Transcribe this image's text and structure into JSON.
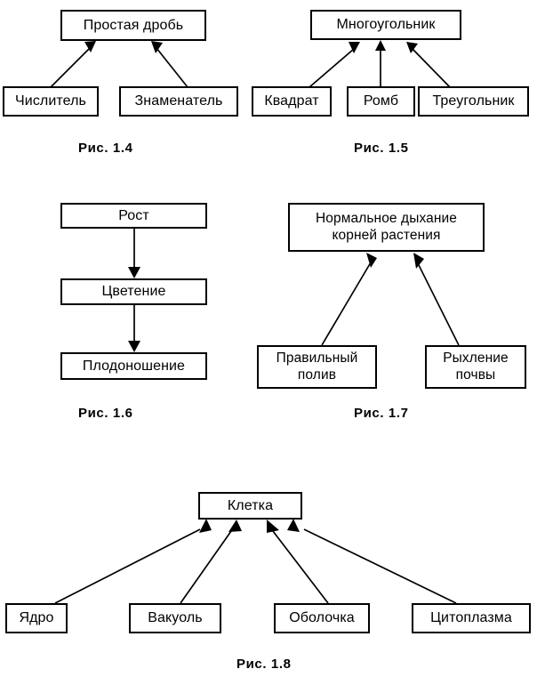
{
  "page": {
    "title": "Схемы Рис. 1.4 — Рис. 1.8",
    "language": "ru",
    "background_color": "#ffffff",
    "ink_color": "#000000"
  },
  "figures": [
    {
      "id": "fig-1-4",
      "caption": "Рис. 1.4",
      "type": "converging-hierarchy",
      "nodes": {
        "top": "Простая дробь",
        "left": "Числитель",
        "right": "Знаменатель"
      },
      "edges": [
        {
          "from": "Числитель",
          "to": "Простая дробь",
          "style": "arrow"
        },
        {
          "from": "Знаменатель",
          "to": "Простая дробь",
          "style": "arrow"
        }
      ]
    },
    {
      "id": "fig-1-5",
      "caption": "Рис. 1.5",
      "type": "converging-hierarchy",
      "nodes": {
        "top": "Многоугольник",
        "child1": "Квадрат",
        "child2": "Ромб",
        "child3": "Треугольник"
      },
      "edges": [
        {
          "from": "Квадрат",
          "to": "Многоугольник",
          "style": "arrow"
        },
        {
          "from": "Ромб",
          "to": "Многоугольник",
          "style": "arrow"
        },
        {
          "from": "Треугольник",
          "to": "Многоугольник",
          "style": "arrow"
        }
      ]
    },
    {
      "id": "fig-1-6",
      "caption": "Рис. 1.6",
      "type": "vertical-sequence",
      "nodes": {
        "step1": "Рост",
        "step2": "Цветение",
        "step3": "Плодоношение"
      },
      "edges": [
        {
          "from": "Рост",
          "to": "Цветение",
          "style": "arrow"
        },
        {
          "from": "Цветение",
          "to": "Плодоношение",
          "style": "arrow"
        }
      ]
    },
    {
      "id": "fig-1-7",
      "caption": "Рис. 1.7",
      "type": "converging-hierarchy",
      "nodes": {
        "top": "Нормальное дыхание\nкорней растения",
        "left": "Правильный\nполив",
        "right": "Рыхление\nпочвы"
      },
      "edges": [
        {
          "from": "Правильный полив",
          "to": "Нормальное дыхание корней растения",
          "style": "arrow"
        },
        {
          "from": "Рыхление почвы",
          "to": "Нормальное дыхание корней растения",
          "style": "arrow"
        }
      ]
    },
    {
      "id": "fig-1-8",
      "caption": "Рис. 1.8",
      "type": "converging-hierarchy",
      "nodes": {
        "top": "Клетка",
        "child1": "Ядро",
        "child2": "Вакуоль",
        "child3": "Оболочка",
        "child4": "Цитоплазма"
      },
      "edges": [
        {
          "from": "Ядро",
          "to": "Клетка",
          "style": "arrow"
        },
        {
          "from": "Вакуоль",
          "to": "Клетка",
          "style": "arrow"
        },
        {
          "from": "Оболочка",
          "to": "Клетка",
          "style": "arrow"
        },
        {
          "from": "Цитоплазма",
          "to": "Клетка",
          "style": "arrow"
        }
      ]
    }
  ]
}
